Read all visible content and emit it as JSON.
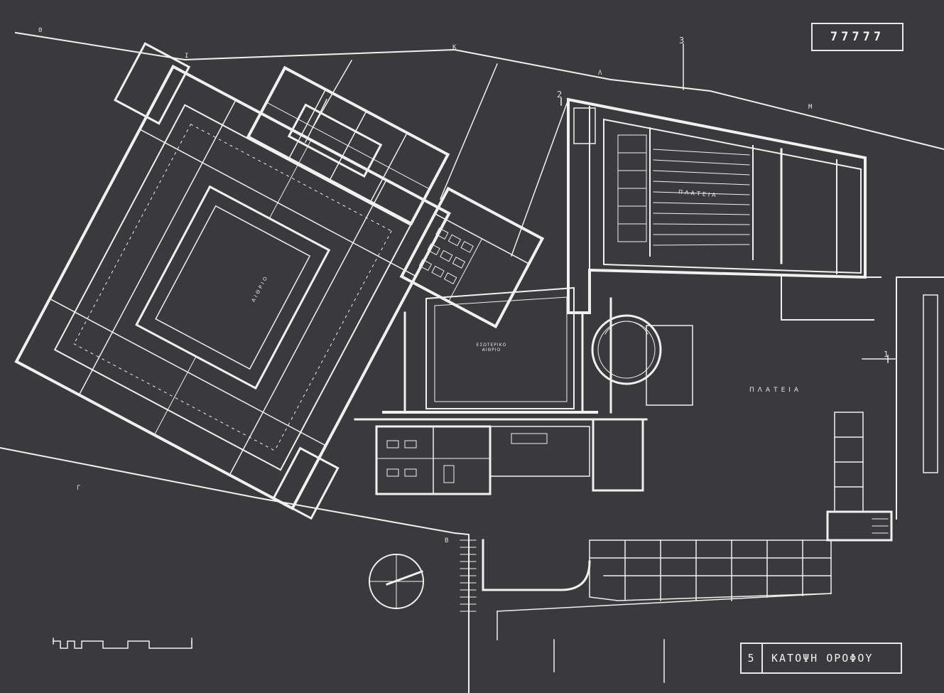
{
  "sheet_code": "77777",
  "sheet_number": "5",
  "sheet_title": "ΚΑΤΟΨΗ ΟΡΟΦΟΥ",
  "room_labels": {
    "plateia_hall": "ΠΛΑΤΕΙΑ",
    "plateia_square": "ΠΛΑΤΕΙΑ",
    "atrium": "ΑΙΘΡΙΟ",
    "inner_atrium": "ΕΣΩΤΕΡΙΚΟ ΑΙΘΡΙΟ"
  },
  "grid_labels": {
    "g1": "1",
    "g2": "2",
    "g3": "3",
    "gk": "Κ",
    "gl": "Λ",
    "gm": "Μ",
    "gtheta": "Θ",
    "gi": "Ι",
    "ggamma": "Γ",
    "gb": "Β"
  },
  "colors": {
    "background": "#3a3a3c",
    "line": "#f0f0f0"
  }
}
